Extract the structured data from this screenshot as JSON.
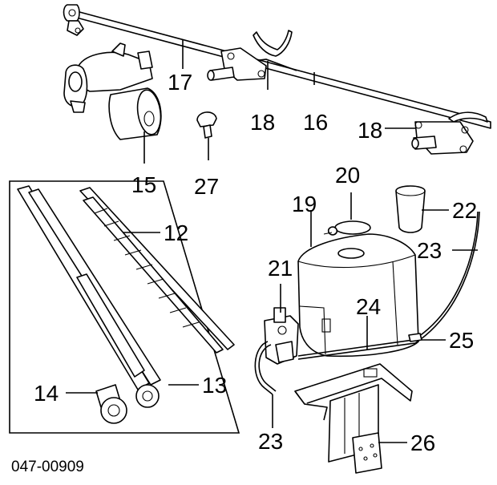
{
  "diagram": {
    "labels": {
      "l12": "12",
      "l13": "13",
      "l14": "14",
      "l15": "15",
      "l16": "16",
      "l17": "17",
      "l18a": "18",
      "l18b": "18",
      "l19": "19",
      "l20": "20",
      "l21": "21",
      "l22": "22",
      "l23a": "23",
      "l23b": "23",
      "l24": "24",
      "l25": "25",
      "l26": "26",
      "l27": "27"
    },
    "figure_code": "047-00909"
  }
}
